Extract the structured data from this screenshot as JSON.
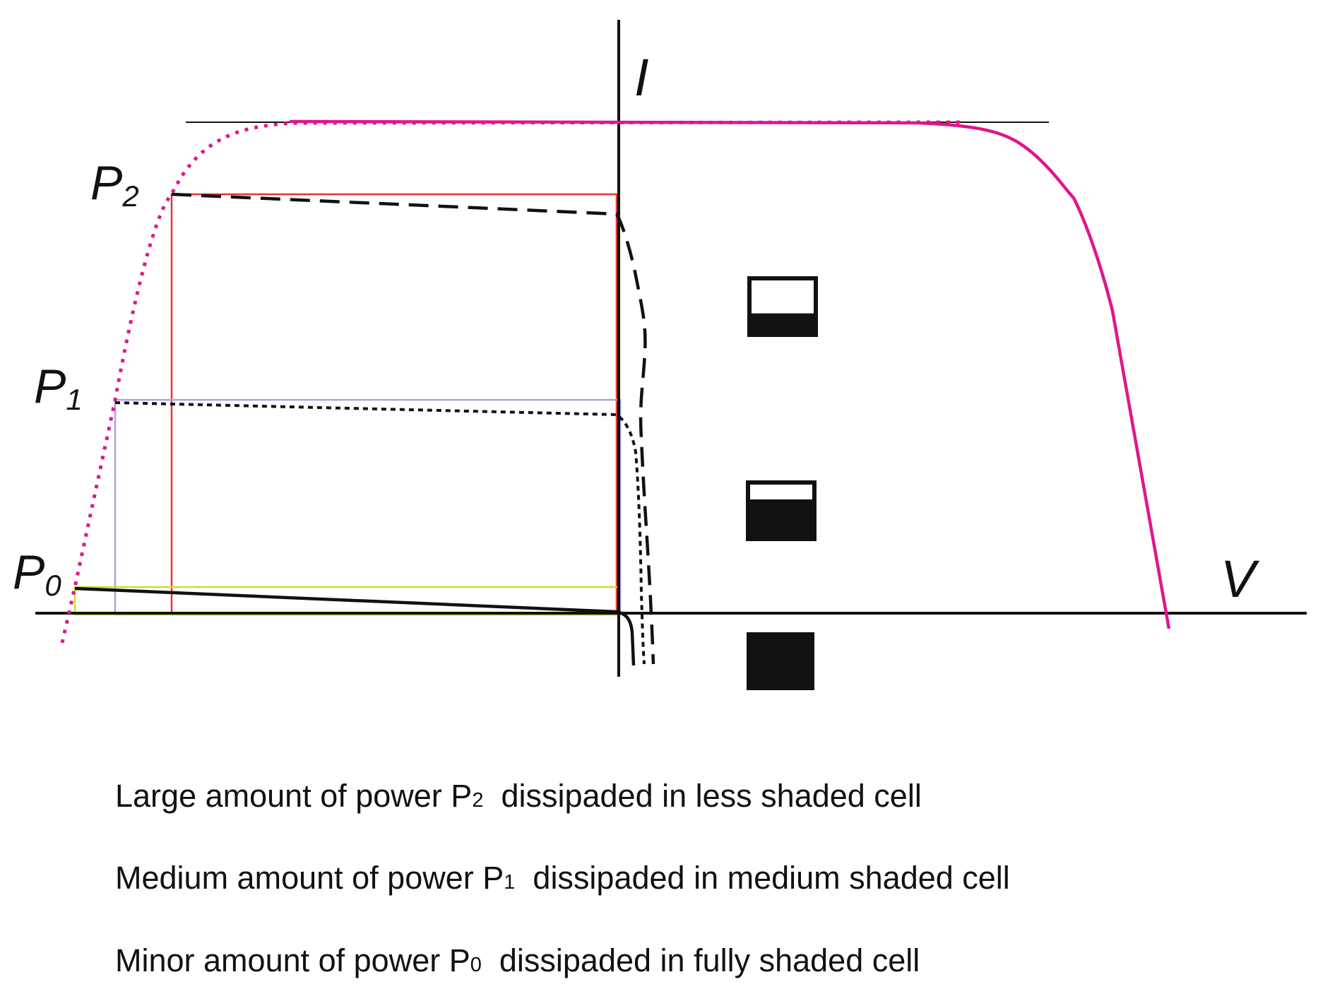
{
  "axes": {
    "current_label": "I",
    "voltage_label": "V"
  },
  "power_points": [
    {
      "symbol": "P",
      "index": "2"
    },
    {
      "symbol": "P",
      "index": "1"
    },
    {
      "symbol": "P",
      "index": "0"
    }
  ],
  "colors": {
    "curve_magenta": "#e0168c",
    "rect_p2": "#e8342a",
    "rect_p1": "#a9a4e0",
    "rect_p0": "#c8e02a",
    "ink": "#111111"
  },
  "cells": [
    {
      "shade": "less shaded",
      "dark_fraction": 0.38
    },
    {
      "shade": "medium shaded",
      "dark_fraction": 0.7
    },
    {
      "shade": "fully shaded",
      "dark_fraction": 1.0
    }
  ],
  "captions": [
    {
      "before": "Large amount of power P",
      "sub": "2",
      "after": "  dissipaded in less shaded cell"
    },
    {
      "before": "Medium amount of power P",
      "sub": "1",
      "after": "  dissipaded in medium shaded cell"
    },
    {
      "before": "Minor amount of power P",
      "sub": "0",
      "after": "  dissipaded in fully shaded cell"
    }
  ]
}
